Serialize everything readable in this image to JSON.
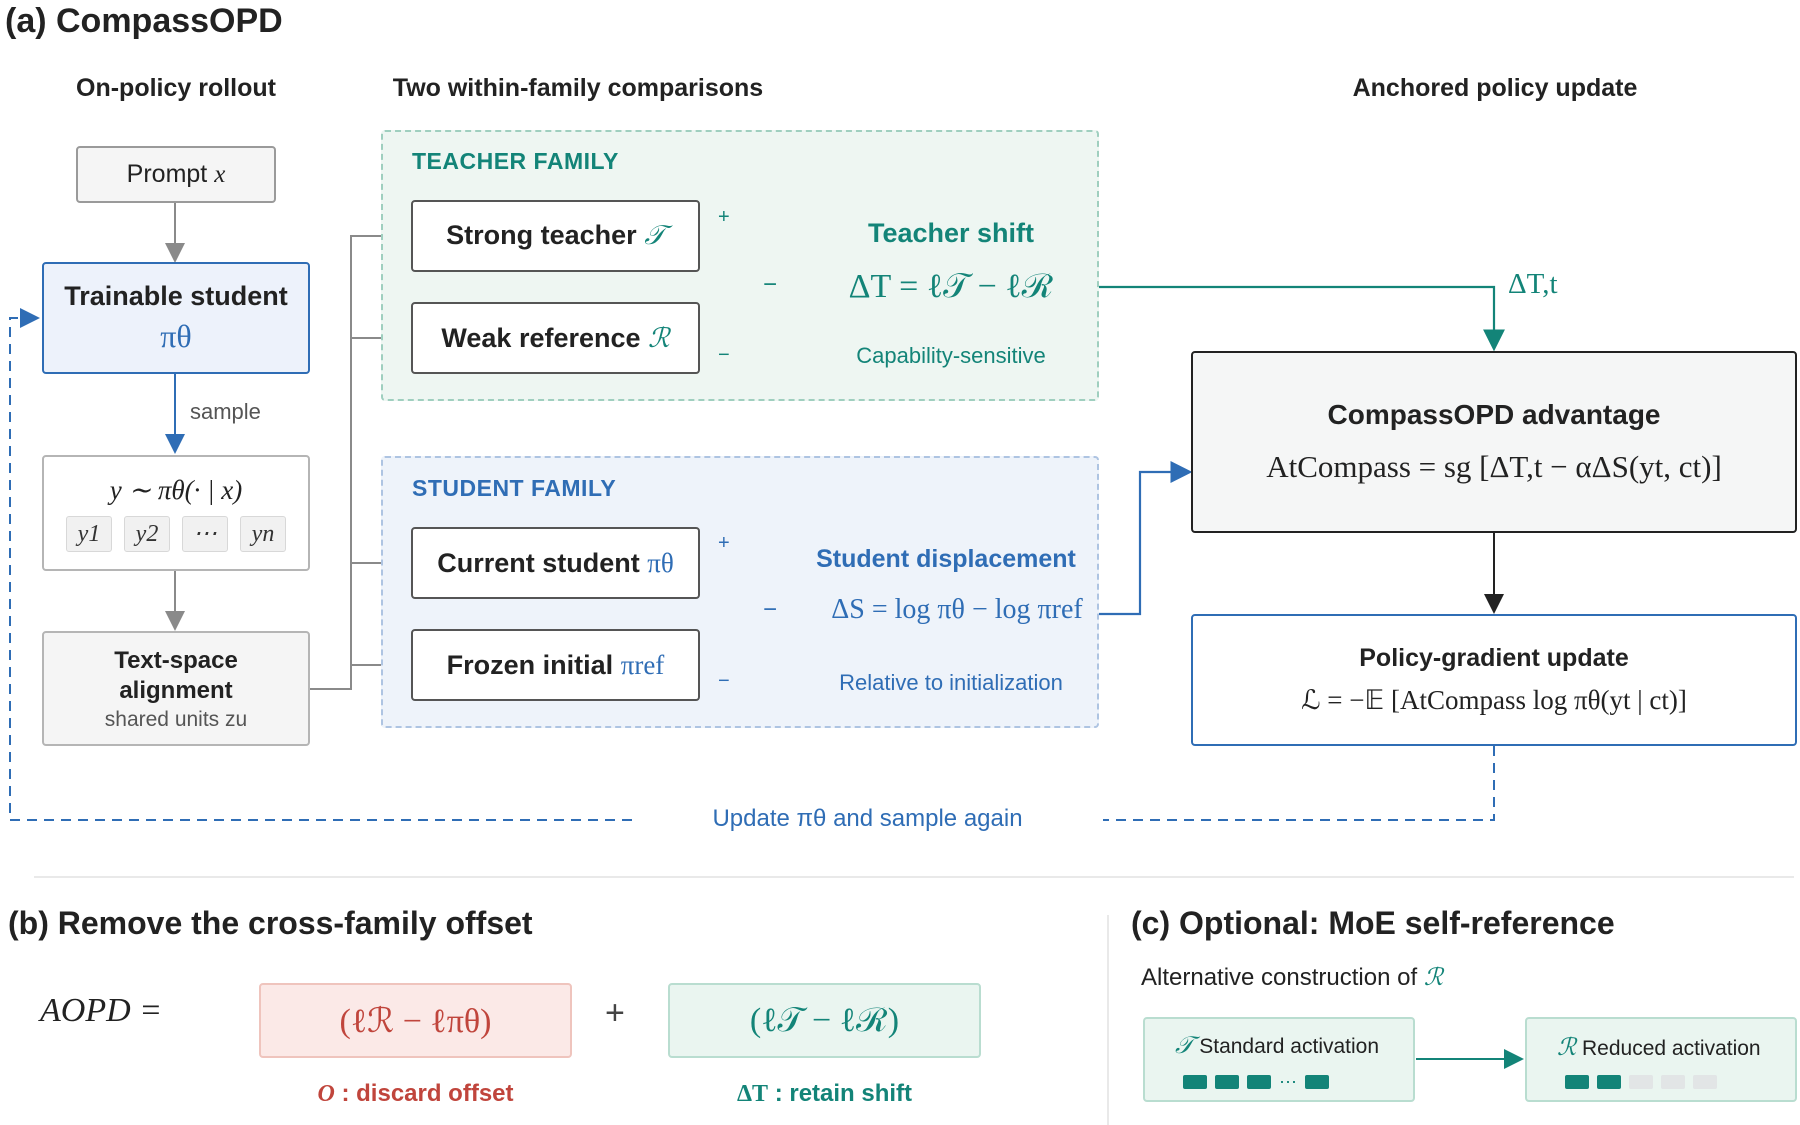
{
  "panel_a": {
    "title": "(a) CompassOPD",
    "col1": "On-policy rollout",
    "col2": "Two within-family comparisons",
    "col3": "Anchored policy update",
    "prompt": "Prompt",
    "prompt_var": "x",
    "student_title": "Trainable student",
    "student_sym": "πθ",
    "sample": "sample",
    "y_expr": "y ∼ πθ(· | x)",
    "y_items": [
      "y1",
      "y2",
      "⋯",
      "yn"
    ],
    "align_title": "Text-space alignment",
    "align_sub": "shared units zu",
    "teacher_family": "TEACHER FAMILY",
    "strong_teacher": "Strong teacher",
    "strong_sym": "𝒯",
    "weak_ref": "Weak reference",
    "weak_sym": "ℛ",
    "teacher_shift": "Teacher shift",
    "teacher_eq": "ΔT = ℓ𝒯 − ℓℛ",
    "teacher_note": "Capability-sensitive",
    "student_family": "STUDENT FAMILY",
    "current_student": "Current student",
    "current_sym": "πθ",
    "frozen_initial": "Frozen initial",
    "frozen_sym": "πref",
    "student_disp": "Student displacement",
    "student_eq": "ΔS = log πθ − log πref",
    "student_note": "Relative to initialization",
    "delta_t": "ΔT,t",
    "adv_title": "CompassOPD advantage",
    "adv_eq": "AtCompass = sg [ΔT,t − αΔS(yt, ct)]",
    "pg_title": "Policy-gradient update",
    "pg_eq": "ℒ = −𝔼 [AtCompass log πθ(yt | ct)]",
    "loop_label": "Update πθ and sample again",
    "plus": "+",
    "minus": "−"
  },
  "panel_b": {
    "title": "(b) Remove the cross-family offset",
    "lhs": "AOPD =",
    "offset_term": "(ℓℛ − ℓπθ)",
    "plus": "+",
    "shift_term": "(ℓ𝒯 − ℓℛ)",
    "offset_label": ": discard offset",
    "offset_sym": "O",
    "shift_label": ": retain shift",
    "shift_sym": "ΔT"
  },
  "panel_c": {
    "title": "(c) Optional: MoE self-reference",
    "subtitle": "Alternative construction of",
    "subtitle_sym": "ℛ",
    "std_sym": "𝒯",
    "std_label": "Standard activation",
    "dots": "⋯",
    "red_sym": "ℛ",
    "red_label": "Reduced activation"
  },
  "colors": {
    "teal": "#138478",
    "blue": "#2f6db5",
    "red": "#c0453c",
    "teacher_bg": "#eef6f2",
    "student_bg": "#eef3fa",
    "offset_bg": "#fbe9e7"
  }
}
